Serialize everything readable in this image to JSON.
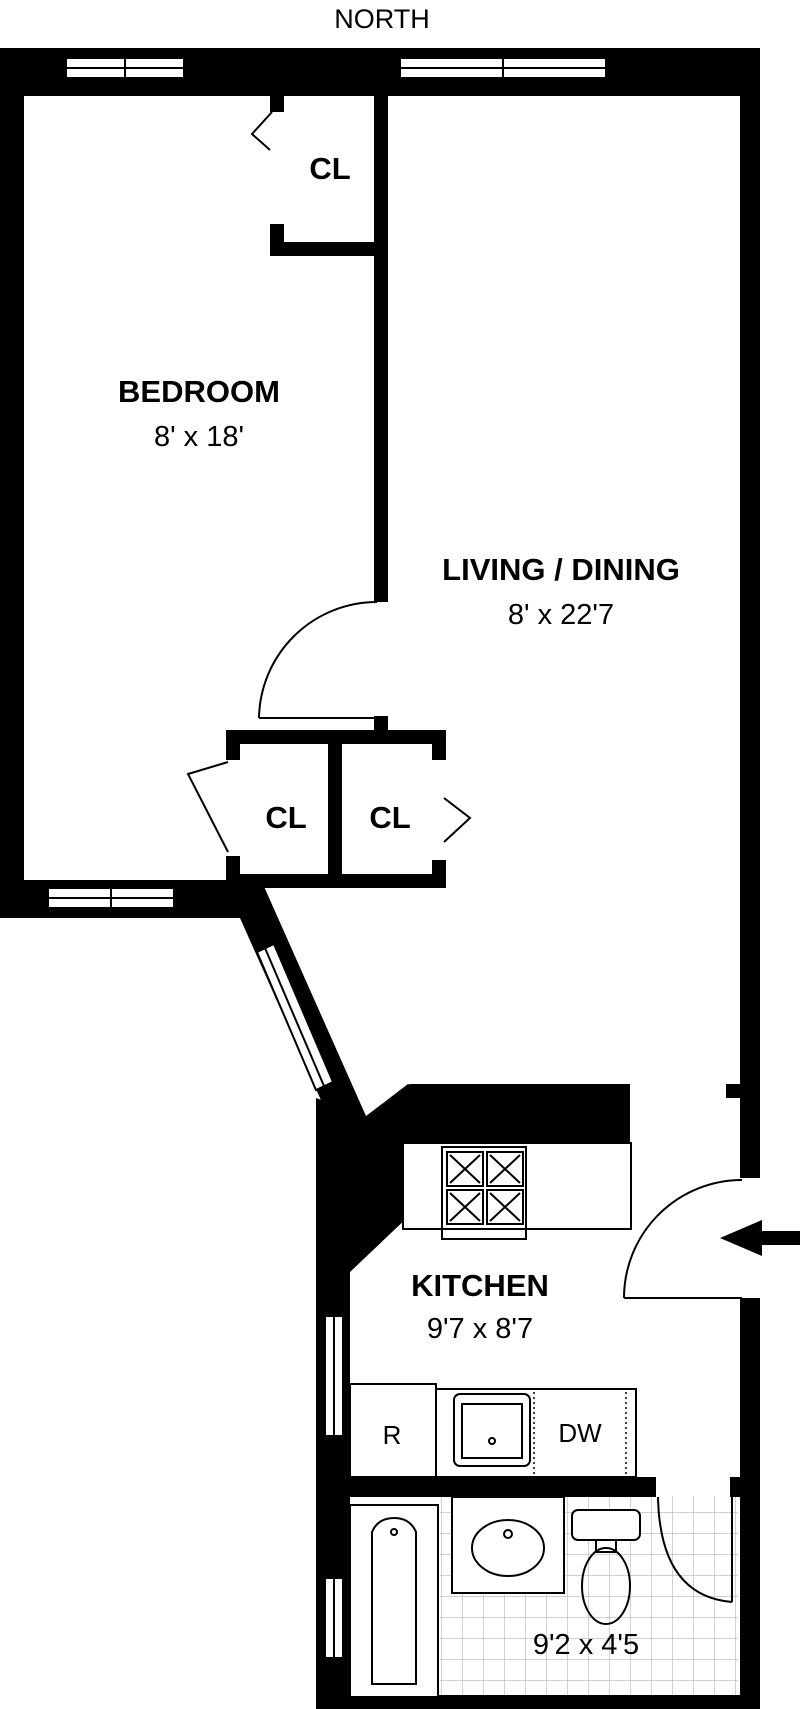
{
  "compass": {
    "label": "NORTH"
  },
  "rooms": {
    "bedroom": {
      "name": "BEDROOM",
      "size": "8' x 18'"
    },
    "living": {
      "name": "LIVING / DINING",
      "size": "8' x 22'7"
    },
    "kitchen": {
      "name": "KITCHEN",
      "size": "9'7 x 8'7"
    },
    "bathroom": {
      "size": "9'2 x 4'5"
    }
  },
  "closets": {
    "bedroom_closet": "CL",
    "hall_closet_left": "CL",
    "hall_closet_right": "CL"
  },
  "appliances": {
    "refrigerator": "R",
    "dishwasher": "DW"
  },
  "colors": {
    "wall": "#000000",
    "background": "#ffffff"
  },
  "icons": {
    "entry": "entry-arrow-icon",
    "stove": "stove-icon",
    "sink": "sink-icon",
    "toilet": "toilet-icon",
    "bathtub": "bathtub-icon"
  }
}
